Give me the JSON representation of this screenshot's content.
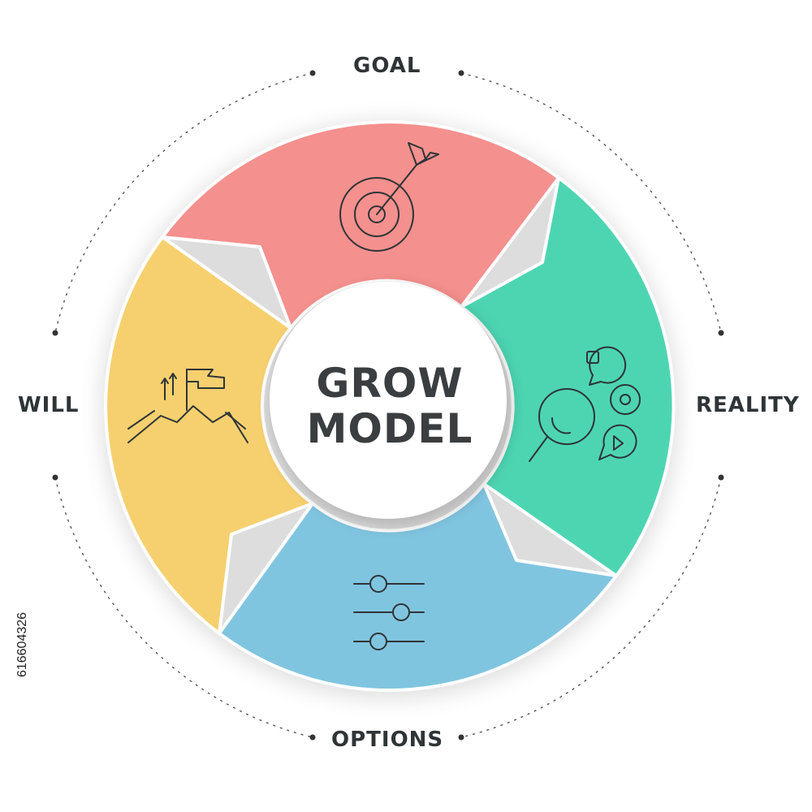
{
  "title": {
    "line1": "GROW",
    "line2": "MODEL"
  },
  "stages": [
    {
      "label": "GOAL",
      "color": "#f4908e",
      "icon": "target-arrow-icon"
    },
    {
      "label": "REALITY",
      "color": "#4dd5b2",
      "icon": "magnifier-shapes-icon"
    },
    {
      "label": "OPTIONS",
      "color": "#80c5e0",
      "icon": "sliders-icon"
    },
    {
      "label": "WILL",
      "color": "#f6d06f",
      "icon": "mountain-flag-icon"
    }
  ],
  "stock_id": "616604326"
}
